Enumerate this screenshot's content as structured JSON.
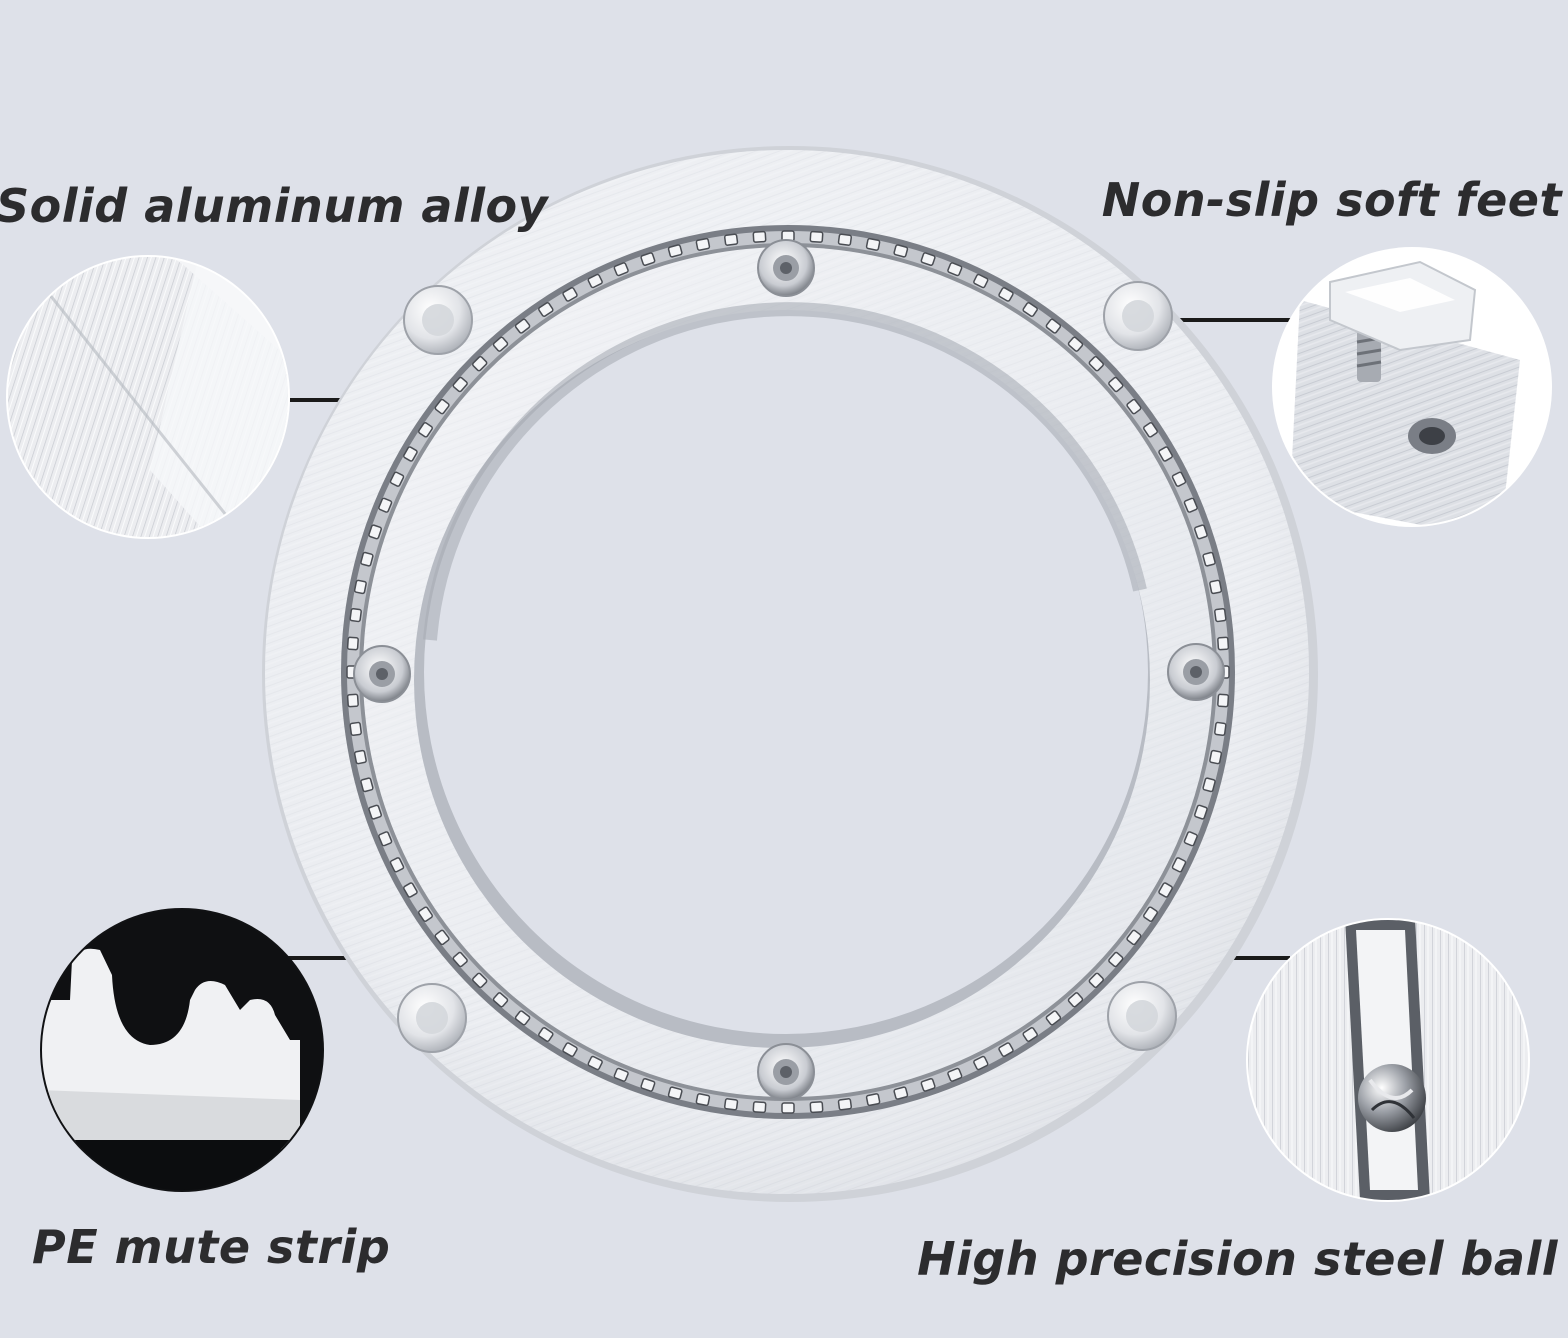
{
  "labels": {
    "top_left": "Solid aluminum alloy",
    "top_right": "Non-slip soft feet",
    "bottom_left": "PE mute strip",
    "bottom_right": "High precision steel ball"
  },
  "colors": {
    "background": "#dee1e9",
    "text": "#2c2c2e",
    "aluminum": "#eef0f4",
    "aluminum_shadow": "#c9ccd3",
    "leader_line": "#1a1a1a"
  },
  "icons": {
    "product": "lazy-susan-bearing-ring",
    "detail_top_left": "brushed-aluminum-closeup",
    "detail_top_right": "rubber-foot-closeup",
    "detail_bottom_left": "pe-mute-strip-closeup",
    "detail_bottom_right": "steel-ball-closeup"
  }
}
